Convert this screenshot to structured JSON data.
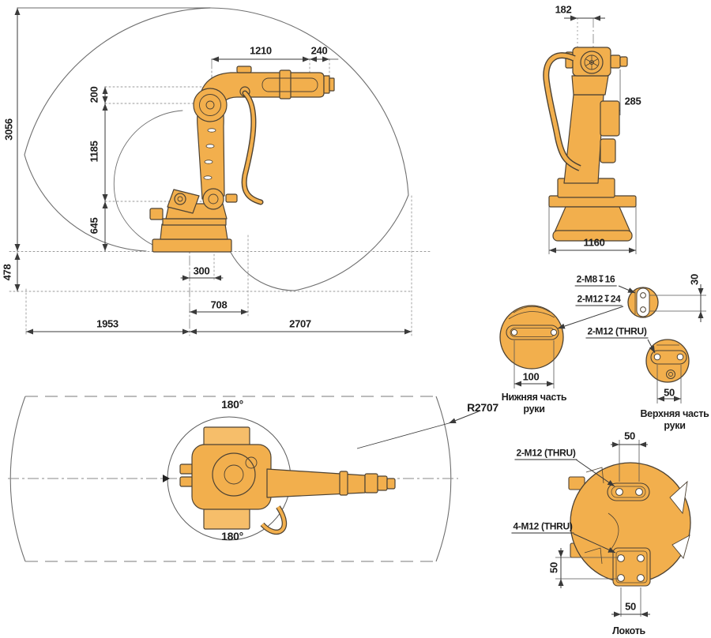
{
  "accent_color": "#F2AF4D",
  "side_view": {
    "dim_3056": "3056",
    "dim_478": "478",
    "dim_1210": "1210",
    "dim_240": "240",
    "dim_200": "200",
    "dim_1185": "1185",
    "dim_645": "645",
    "dim_300": "300",
    "dim_708": "708",
    "dim_1953": "1953",
    "dim_2707": "2707"
  },
  "rear_view": {
    "dim_182": "182",
    "dim_285": "285",
    "dim_1160": "1160"
  },
  "top_view": {
    "rotation_top": "180°",
    "rotation_bottom": "180°",
    "reach_radius": "R2707"
  },
  "details": {
    "lower_arm": {
      "thread_label_1": "2-M8↧16",
      "thread_label_2": "2-M12↧24",
      "dim_30": "30",
      "dim_100": "100",
      "caption_line1": "Нижняя часть",
      "caption_line2": "руки"
    },
    "upper_arm": {
      "thread_label": "2-M12 (THRU)",
      "dim_50": "50",
      "caption_line1": "Верхняя часть",
      "caption_line2": "руки"
    },
    "elbow": {
      "thread_label_top": "2-M12 (THRU)",
      "thread_label_bottom": "4-M12 (THRU)",
      "dim_50_top": "50",
      "dim_50_left": "50",
      "dim_50_bottom": "50",
      "caption": "Локоть"
    }
  }
}
